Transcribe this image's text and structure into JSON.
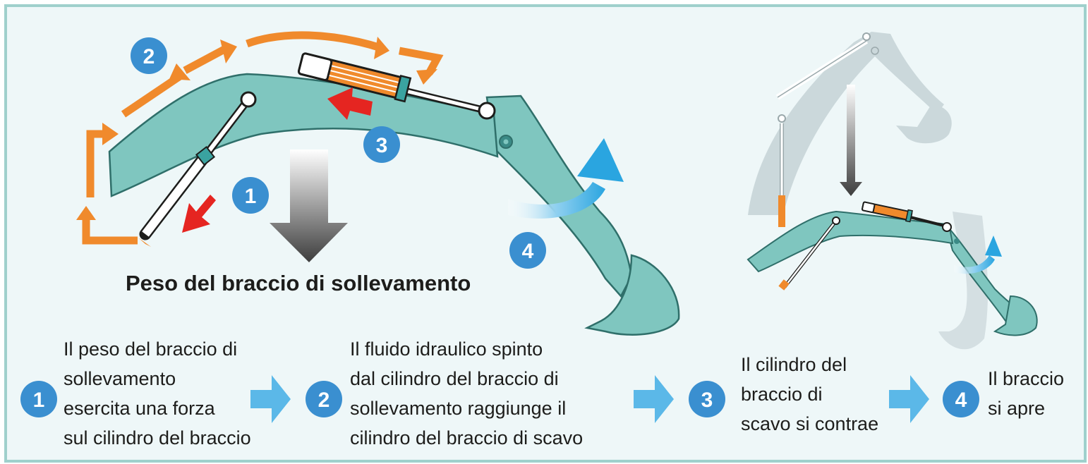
{
  "colors": {
    "frame_border": "#9fd0cc",
    "background": "#eef7f8",
    "arm": "#7fc6bf",
    "arm_stroke": "#2f6f6a",
    "ghost_arm": "#c9d7da",
    "fluid_path": "#f08a2c",
    "force_arrow": "#e52521",
    "step_badge": "#3a8fd0",
    "flow_arrow": "#4db1e6",
    "weight_arrow": "#555555"
  },
  "diagram": {
    "title": "Peso del braccio di sollevamento",
    "markers": [
      "1",
      "2",
      "3",
      "4"
    ],
    "icons": [
      "weight-arrow-icon",
      "fluid-flow-arrow-icon",
      "contraction-arrow-icon",
      "opening-arrow-icon"
    ]
  },
  "steps": [
    {
      "number": "1",
      "lines": [
        "Il peso del braccio di",
        "sollevamento",
        "esercita una forza",
        "sul cilindro del braccio"
      ]
    },
    {
      "number": "2",
      "lines": [
        "Il fluido idraulico spinto",
        "dal cilindro del braccio di",
        "sollevamento raggiunge il",
        "cilindro del braccio di scavo"
      ]
    },
    {
      "number": "3",
      "lines": [
        "Il cilindro del",
        "braccio di",
        "scavo si contrae"
      ]
    },
    {
      "number": "4",
      "lines": [
        "Il braccio",
        "si apre"
      ]
    }
  ]
}
